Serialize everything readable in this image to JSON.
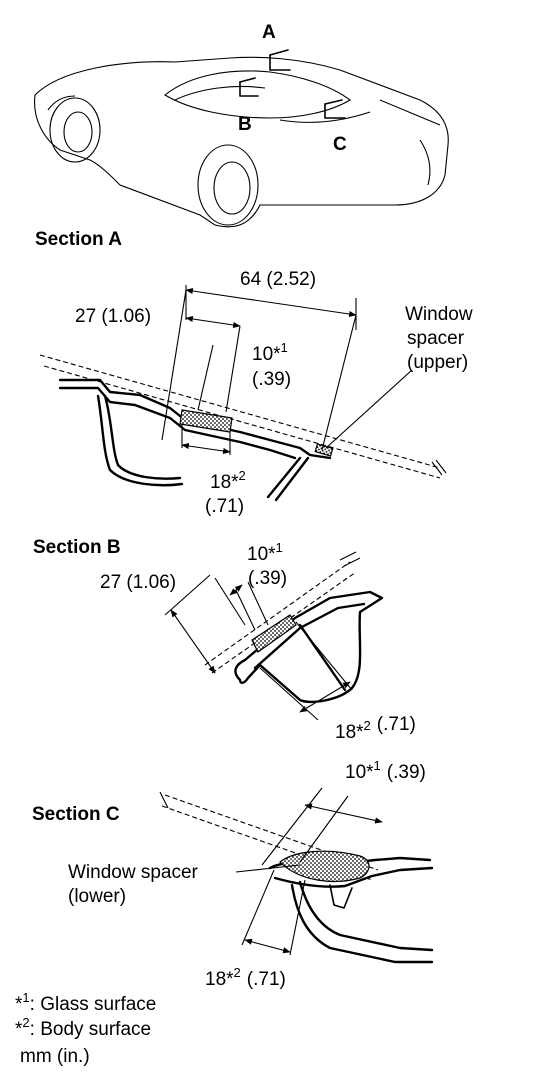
{
  "car_view": {
    "label_a": "A",
    "label_b": "B",
    "label_c": "C"
  },
  "section_a": {
    "title": "Section A",
    "dim_total": "64 (2.52)",
    "dim_27": "27 (1.06)",
    "dim_10": "10*",
    "dim_10_sup": "1",
    "dim_10_in": "(.39)",
    "dim_18": "18*",
    "dim_18_sup": "2",
    "dim_18_in": "(.71)",
    "spacer_line1": "Window",
    "spacer_line2": "spacer",
    "spacer_line3": "(upper)"
  },
  "section_b": {
    "title": "Section B",
    "dim_27": "27 (1.06)",
    "dim_10": "10*",
    "dim_10_sup": "1",
    "dim_10_in": "(.39)",
    "dim_18": "18*",
    "dim_18_sup": "2",
    "dim_18_in": "(.71)"
  },
  "section_c": {
    "title": "Section C",
    "dim_10": "10*",
    "dim_10_sup": "1",
    "dim_10_in": "(.39)",
    "dim_18": "18*",
    "dim_18_sup": "2",
    "dim_18_in": "(.71)",
    "spacer_line1": "Window spacer",
    "spacer_line2": "(lower)"
  },
  "legend": {
    "note1_mark": "*",
    "note1_sup": "1",
    "note1_text": ": Glass surface",
    "note2_mark": "*",
    "note2_sup": "2",
    "note2_text": ": Body surface",
    "units": "mm (in.)"
  }
}
